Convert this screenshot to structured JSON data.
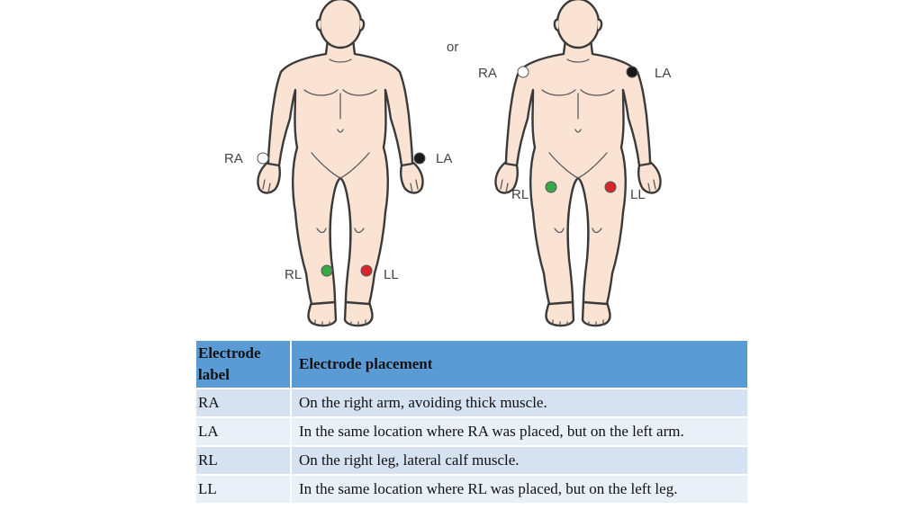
{
  "diagram": {
    "or_label": "or",
    "colors": {
      "skin": "#fbe3d4",
      "outline": "#3a3a3a",
      "ra": "#ffffff",
      "la": "#1a1a1a",
      "rl": "#3aa845",
      "ll": "#d8252d"
    },
    "figure_left": {
      "RA": "RA",
      "LA": "LA",
      "RL": "RL",
      "LL": "LL"
    },
    "figure_right": {
      "RA": "RA",
      "LA": "LA",
      "RL": "RL",
      "LL": "LL"
    }
  },
  "table": {
    "headers": [
      "Electrode label",
      "Electrode placement"
    ],
    "header_bg": "#5b9bd5",
    "row_bg": [
      "#d5e2f1",
      "#eaf0f8"
    ],
    "rows": [
      [
        "RA",
        "On the right arm, avoiding thick muscle."
      ],
      [
        "LA",
        "In the same location where RA was placed, but on the left arm."
      ],
      [
        "RL",
        "On the right leg, lateral calf muscle."
      ],
      [
        "LL",
        "In the same location where RL was placed, but on the left leg."
      ]
    ]
  }
}
